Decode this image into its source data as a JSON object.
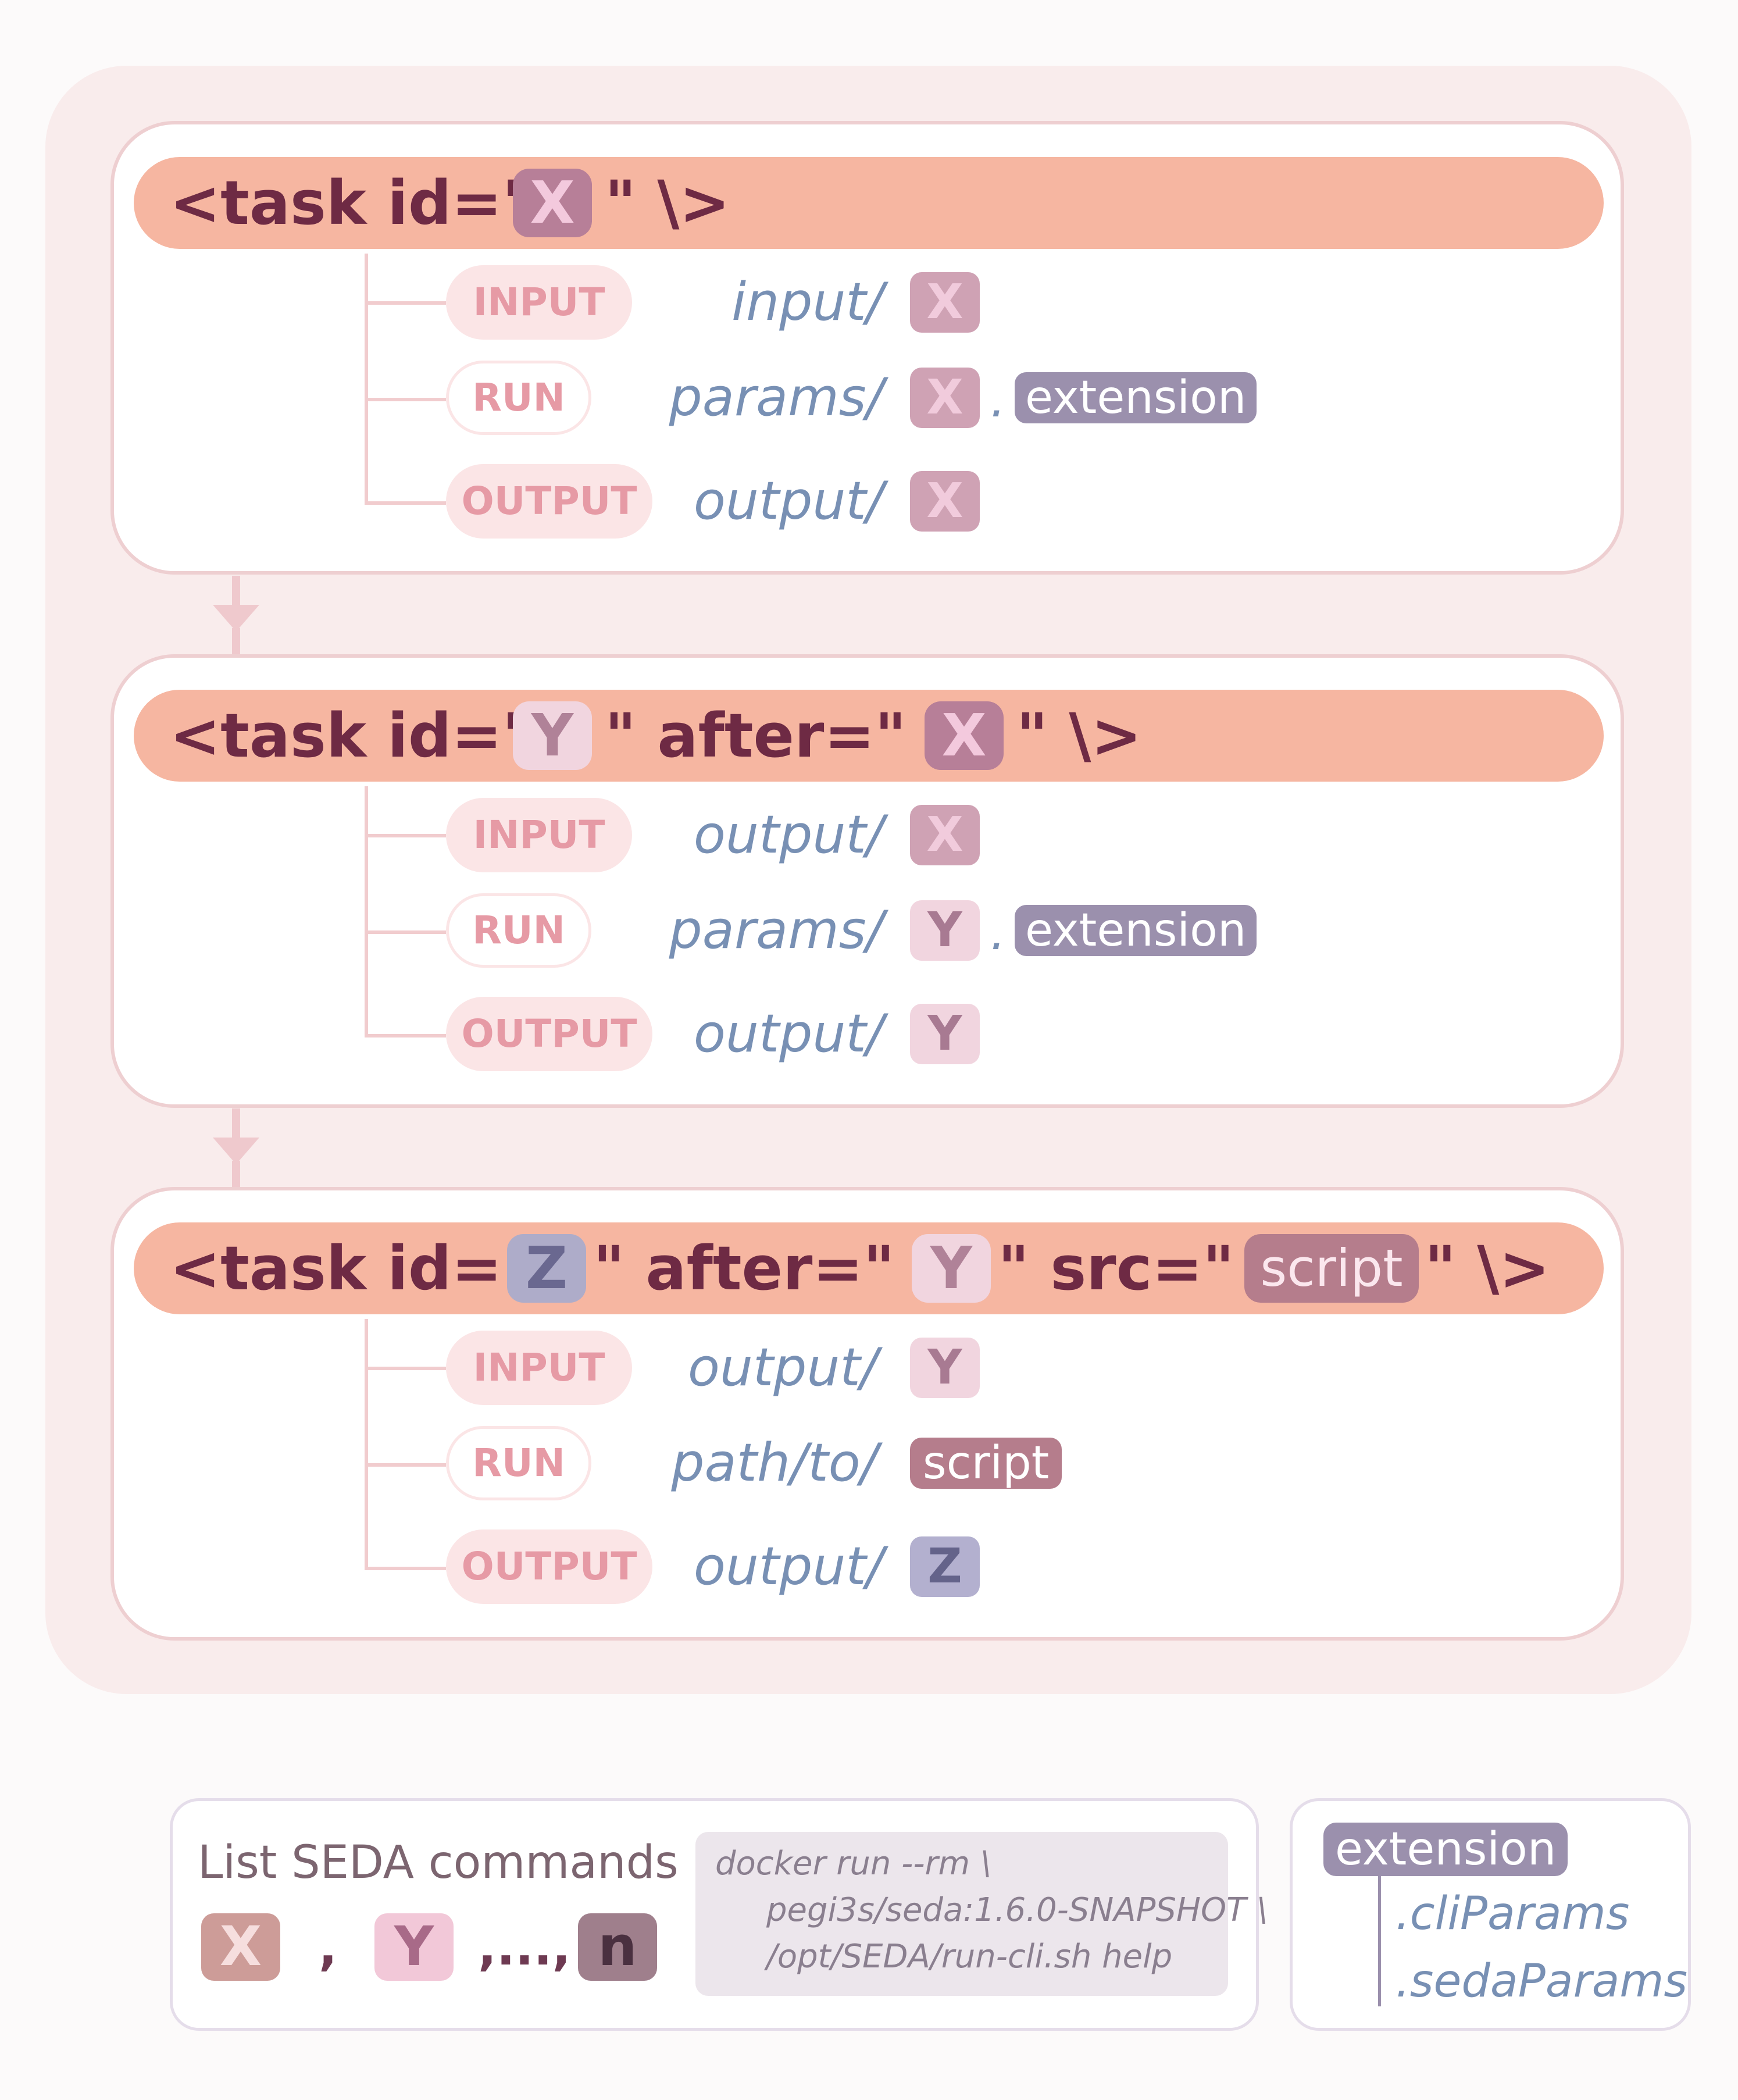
{
  "tasks": [
    {
      "header": {
        "open": "<task id=\"",
        "id": "X",
        "close1": "\" \\>"
      },
      "rows": [
        {
          "label": "INPUT",
          "path": "input/",
          "token": "X"
        },
        {
          "label": "RUN",
          "path": "params/",
          "token": "X",
          "dot": ".",
          "ext": "extension"
        },
        {
          "label": "OUTPUT",
          "path": "output/",
          "token": "X"
        }
      ]
    },
    {
      "header": {
        "open": "<task id=\"",
        "id": "Y",
        "mid": "\"   after=\"",
        "after": "X",
        "close1": "\" \\>"
      },
      "rows": [
        {
          "label": "INPUT",
          "path": "output/",
          "token": "X"
        },
        {
          "label": "RUN",
          "path": "params/",
          "token": "Y",
          "dot": ".",
          "ext": "extension"
        },
        {
          "label": "OUTPUT",
          "path": "output/",
          "token": "Y"
        }
      ]
    },
    {
      "header": {
        "open": "<task id=\"",
        "id": "Z",
        "mid": "\"   after=\"",
        "after": "Y",
        "mid2": "\"   src=\"",
        "src": "script",
        "close1": "\" \\>"
      },
      "rows": [
        {
          "label": "INPUT",
          "path": "output/",
          "token": "Y"
        },
        {
          "label": "RUN",
          "path": "path/to/",
          "script": "script"
        },
        {
          "label": "OUTPUT",
          "path": "output/",
          "token": "Z"
        }
      ]
    }
  ],
  "legend": {
    "title": "List  SEDA  commands",
    "tokens": [
      "X",
      "Y",
      "n"
    ],
    "sep1": ",",
    "sep2": ",...,",
    "code": [
      "docker  run  --rm  \\",
      "pegi3s/seda:1.6.0-SNAPSHOT  \\",
      "/opt/SEDA/run-cli.sh  help"
    ]
  },
  "extension_legend": {
    "title": "extension",
    "items": [
      ".cliParams",
      ".sedaParams"
    ]
  },
  "colors": {
    "header_bg": "#f6b6a1",
    "header_text": "#6e2a44",
    "token_x": "#b77f98",
    "token_y": "#f1d5df",
    "token_z": "#aeacc9",
    "path_text": "#7890b4",
    "extension_bg": "#9b90ad"
  }
}
